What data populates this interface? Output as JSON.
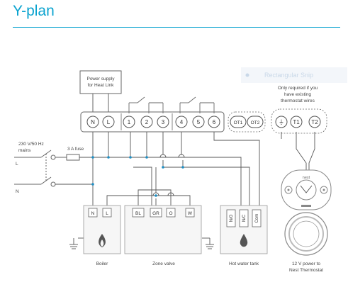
{
  "title": "Y-plan",
  "colors": {
    "accent": "#0aa3cf",
    "line": "#555555",
    "wire": "#3ba0cc",
    "snip": "#c9d8e8"
  },
  "psu": {
    "line1": "Power supply",
    "line2": "for Heat Link"
  },
  "snip_label": "Rectangular Snip",
  "note": {
    "line1": "Only required if you",
    "line2": "have existing",
    "line3": "thermostat wires"
  },
  "terminals": [
    "N",
    "L",
    "1",
    "2",
    "3",
    "4",
    "5",
    "6",
    "OT1",
    "OT2",
    "⏚",
    "T1",
    "T2"
  ],
  "mains": {
    "line1": "230 V/50 Hz",
    "line2": "mains",
    "L": "L",
    "N": "N"
  },
  "fuse": "3 A fuse",
  "boiler": {
    "terminals": [
      "N",
      "L"
    ],
    "label": "Boiler"
  },
  "zone_valve": {
    "terminals": [
      "BL",
      "GR",
      "O",
      "W"
    ],
    "label": "Zone valve"
  },
  "hot_water": {
    "terminals": [
      "N/O",
      "N/C",
      "Com"
    ],
    "label": "Hot water tank"
  },
  "thermostat": {
    "brand": "nest",
    "caption1": "12 V power to",
    "caption2": "Nest Thermostat"
  }
}
